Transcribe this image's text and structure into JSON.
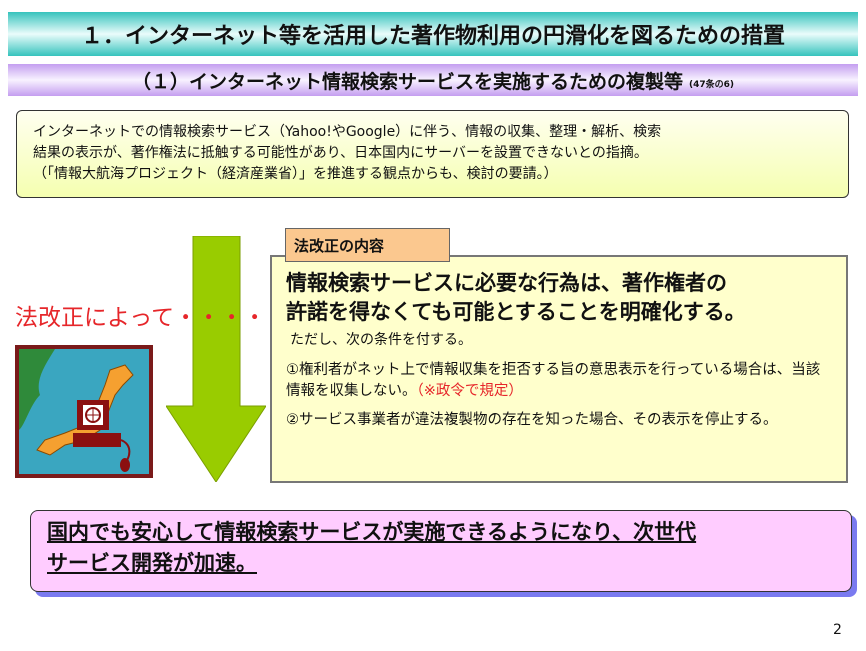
{
  "title": "１．インターネット等を活用した著作物利用の円滑化を図るための措置",
  "subtitle": {
    "text": "（１）インターネット情報検索サービスを実施するための複製等",
    "article": "(47条の6)"
  },
  "intro": {
    "lines": [
      "インターネットでの情報検索サービス（Yahoo!やGoogle）に伴う、情報の収集、整理・解析、検索",
      "結果の表示が、著作権法に抵触する可能性があり、日本国内にサーバーを設置できないとの指摘。",
      "（「情報大航海プロジェクト（経済産業省）」を推進する観点からも、検討の要請。）"
    ]
  },
  "by_law_label": "法改正によって・・・・",
  "law": {
    "tag": "法改正の内容",
    "main_lines": [
      "情報検索サービスに必要な行為は、著作権者の",
      "許諾を得なくても可能とすることを明確化する。"
    ],
    "proviso": "ただし、次の条件を付する。",
    "condition1": "①権利者がネット上で情報収集を拒否する旨の意思表示を行っている場合は、当該情報を収集しない。",
    "condition1_note": "（※政令で規定）",
    "condition2": "②サービス事業者が違法複製物の存在を知った場合、その表示を停止する。"
  },
  "result": {
    "lines": [
      "国内でも安心して情報検索サービスが実施できるようになり、次世代",
      "サービス開発が加速。"
    ]
  },
  "page_number": "2",
  "colors": {
    "arrow": "#99cc00",
    "red": "#e6262a",
    "result_bg": "#ffccff",
    "tag_bg": "#fbc88f"
  }
}
